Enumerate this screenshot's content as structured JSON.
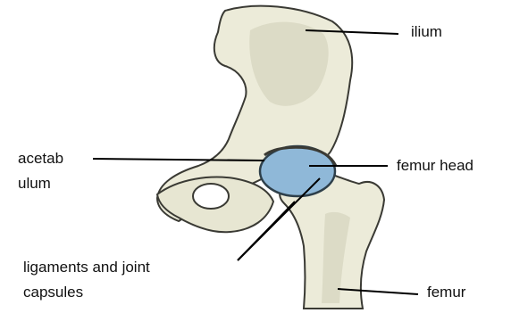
{
  "labels": {
    "ilium": "ilium",
    "acetabulum_line1": "acetab",
    "acetabulum_line2": "ulum",
    "femur_head": "femur head",
    "ligaments_line1": "ligaments and joint",
    "ligaments_line2": "capsules",
    "femur": "femur"
  },
  "colors": {
    "bone_fill": "#ecebd9",
    "bone_shade": "#d9d7c1",
    "femur_head": "#8fb8d8",
    "outline": "#3a3a34",
    "leader_line": "#000000"
  }
}
